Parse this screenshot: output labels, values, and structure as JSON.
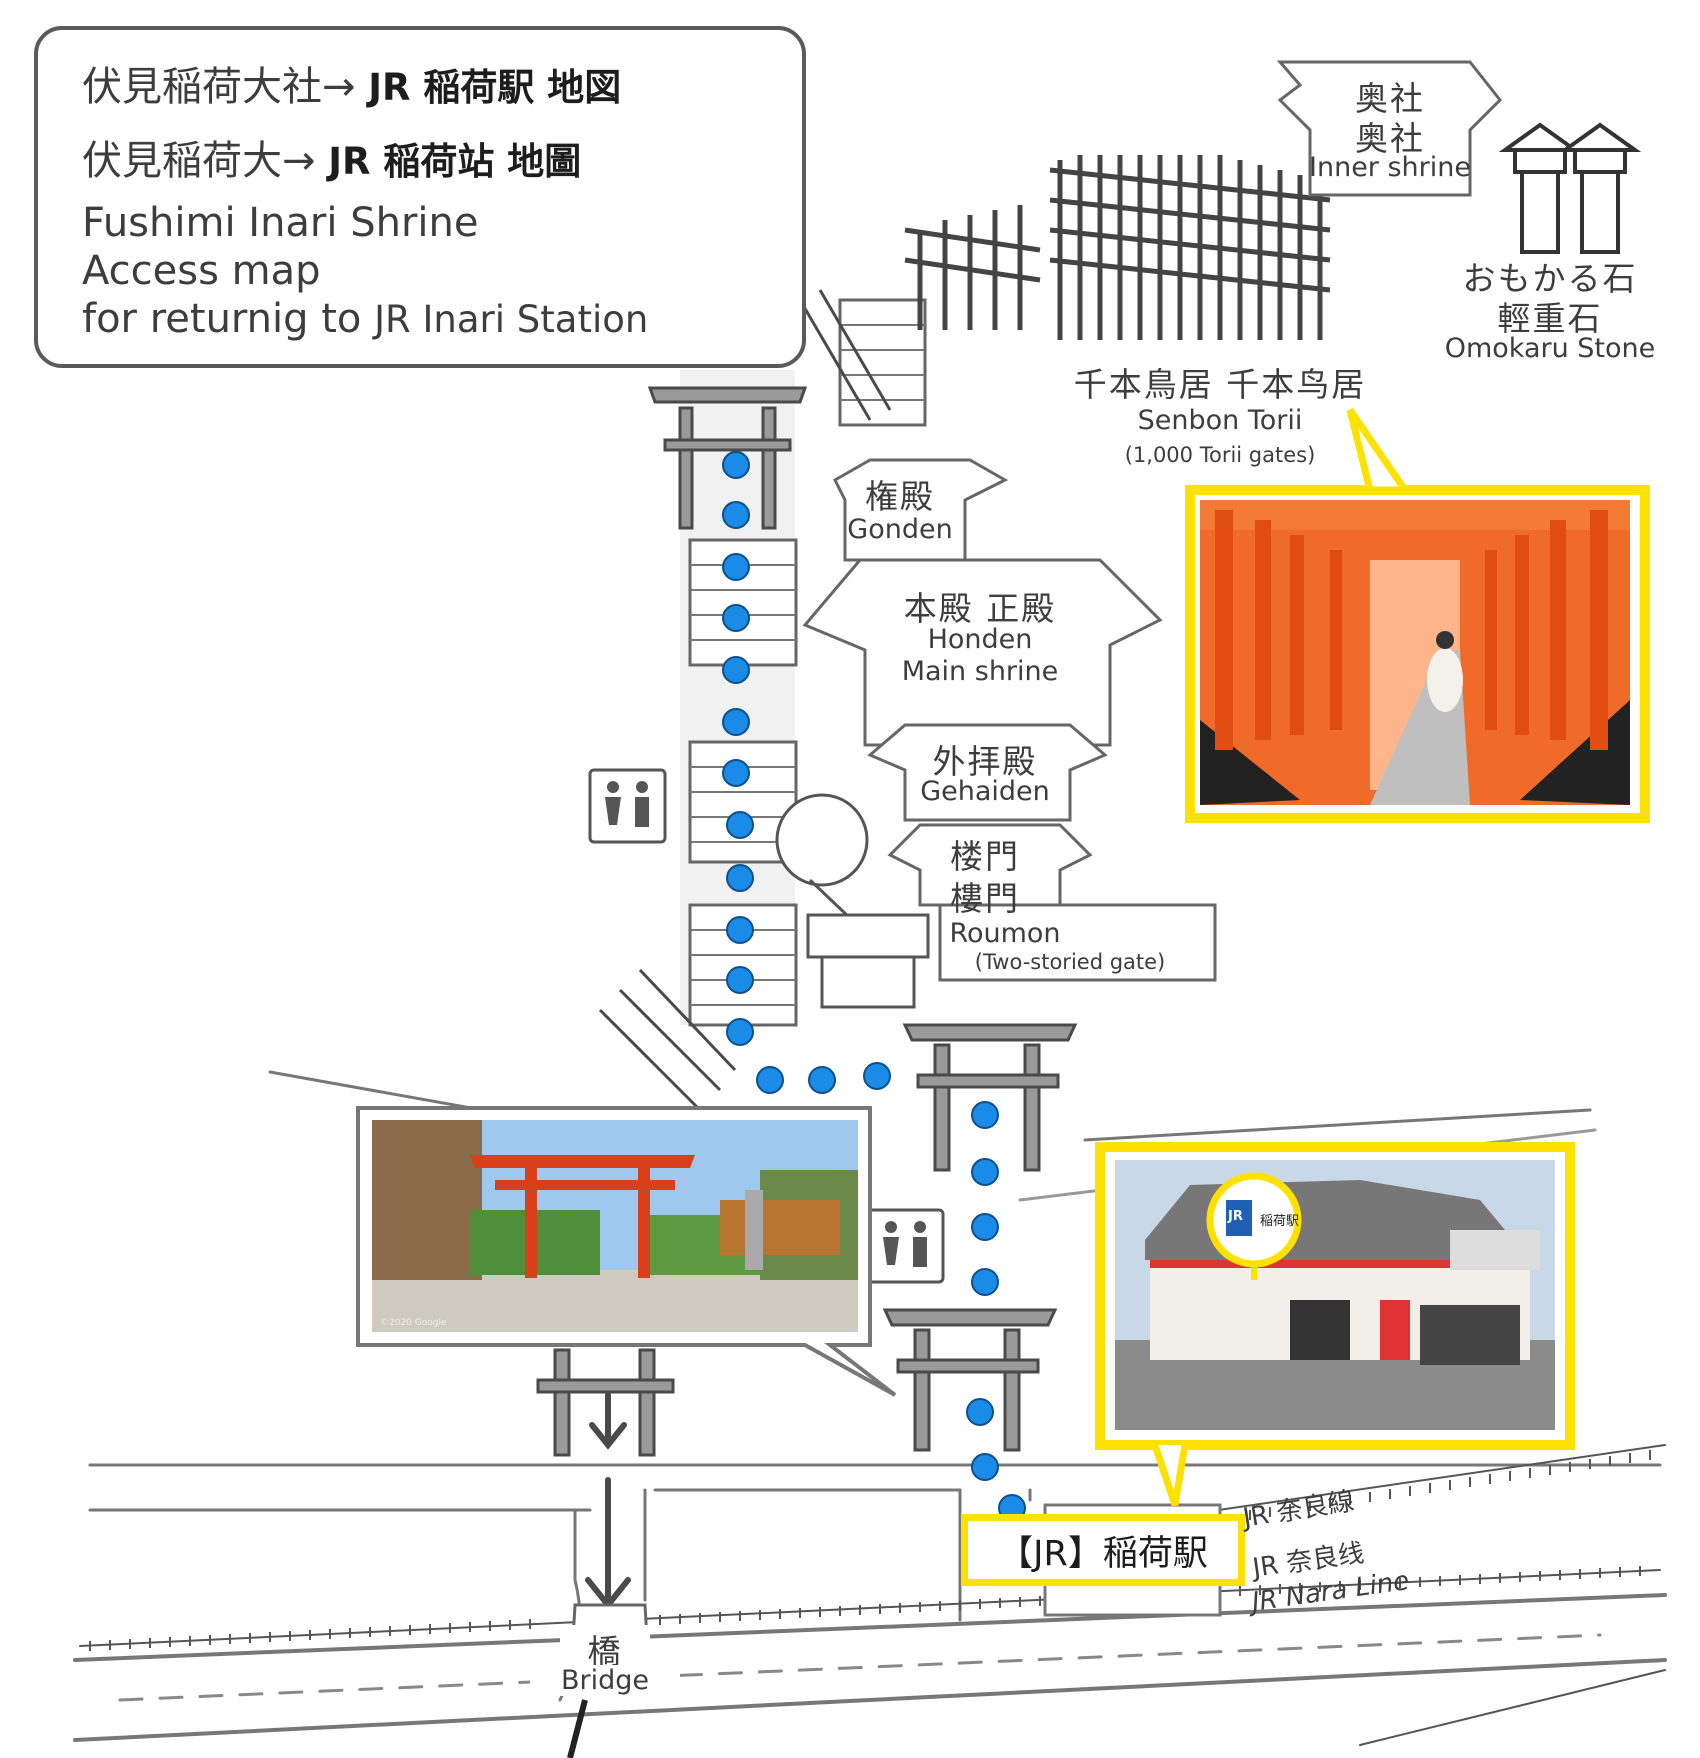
{
  "title": {
    "line1_jp": "伏見稲荷大社→",
    "line1_jr": "JR 稲荷駅  地図",
    "line2_jp": "伏見稲荷大→",
    "line2_jr": "JR 稲荷站  地圖",
    "line3": "Fushimi Inari Shrine",
    "line4": "Access map",
    "line5_a": "for returnig to",
    "line5_b": "JR Inari Station"
  },
  "places": {
    "okusha": {
      "jp": "奥社",
      "tc": "奥社",
      "en": "Inner shrine"
    },
    "omokaru": {
      "jp": "おもかる石",
      "tc": "輕重石",
      "en": "Omokaru Stone"
    },
    "senbon": {
      "jp": "千本鳥居  千本鸟居",
      "en": "Senbon Torii",
      "note": "(1,000 Torii gates)"
    },
    "gonden": {
      "jp": "権殿",
      "en": "Gonden"
    },
    "honden": {
      "jp": "本殿 正殿",
      "en1": "Honden",
      "en2": "Main shrine"
    },
    "gehaiden": {
      "jp": "外拝殿",
      "en": "Gehaiden"
    },
    "roumon": {
      "jp": "楼門",
      "tc": "樓門",
      "en": "Roumon",
      "note": "(Two-storied gate)"
    },
    "bridge": {
      "jp": "橋",
      "en": "Bridge"
    },
    "station": "【JR】稲荷駅",
    "nara_jp": "JR 奈良線",
    "nara_sc": "JR 奈良线",
    "nara_en": "JR Nara Line"
  },
  "photos": {
    "station_sign": "稲荷駅",
    "station_logo": "JR",
    "credit": "©2020 Google"
  },
  "colors": {
    "route_dot": "#1a8be6",
    "highlight": "#ffe100",
    "torii_orange": "#f0541e",
    "ink": "#4a4a4a"
  },
  "route": {
    "dot_count": 22
  }
}
